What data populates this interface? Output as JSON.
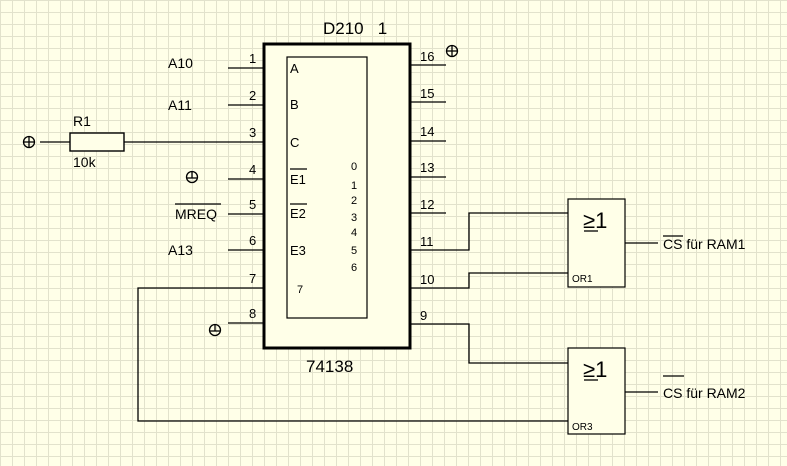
{
  "chip": {
    "title": "D210   1",
    "type": "74138",
    "in_pins": [
      {
        "num": "1",
        "label": "A",
        "signal": "A10"
      },
      {
        "num": "2",
        "label": "B",
        "signal": "A11"
      },
      {
        "num": "3",
        "label": "C",
        "signal": ""
      },
      {
        "num": "4",
        "label": "E1",
        "signal": ""
      },
      {
        "num": "5",
        "label": "E2",
        "signal": "MREQ"
      },
      {
        "num": "6",
        "label": "E3",
        "signal": "A13"
      },
      {
        "num": "7",
        "label": "7",
        "signal": ""
      },
      {
        "num": "8",
        "label": "",
        "signal": ""
      }
    ],
    "right_pins": [
      "16",
      "15",
      "14",
      "13",
      "12",
      "11",
      "10",
      "9"
    ],
    "outputs": [
      "0",
      "1",
      "2",
      "3",
      "4",
      "5",
      "6"
    ]
  },
  "resistor": {
    "name": "R1",
    "value": "10k"
  },
  "gates": [
    {
      "symbol": "≥1",
      "name": "OR1",
      "output": "CS für RAM1"
    },
    {
      "symbol": "≥1",
      "name": "OR3",
      "output": "CS für RAM2"
    }
  ]
}
